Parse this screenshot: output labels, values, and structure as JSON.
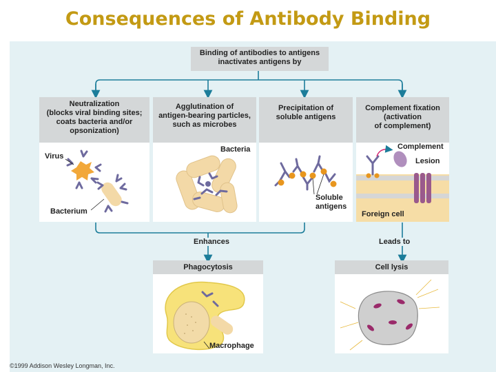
{
  "title": "Consequences of Antibody Binding",
  "top_box": {
    "line1": "Binding of antibodies to antigens",
    "line2": "inactivates antigens by"
  },
  "mechanisms": [
    {
      "lines": [
        "Neutralization",
        "(blocks viral binding sites;",
        "coats bacteria and/or",
        "opsonization)"
      ]
    },
    {
      "lines": [
        "Agglutination of",
        "antigen-bearing particles,",
        "such as microbes"
      ]
    },
    {
      "lines": [
        "Precipitation of",
        "soluble antigens"
      ]
    },
    {
      "lines": [
        "Complement fixation",
        "(activation",
        "of complement)"
      ]
    }
  ],
  "labels": {
    "virus": "Virus",
    "bacterium": "Bacterium",
    "bacteria": "Bacteria",
    "soluble1": "Soluble",
    "soluble2": "antigens",
    "complement": "Complement",
    "lesion": "Lesion",
    "foreign_cell": "Foreign cell",
    "macrophage": "Macrophage"
  },
  "connectors": {
    "enhances": "Enhances",
    "leads_to": "Leads to"
  },
  "outcomes": {
    "phagocytosis": "Phagocytosis",
    "cell_lysis": "Cell lysis"
  },
  "copyright": "©1999 Addison Wesley Longman, Inc.",
  "colors": {
    "title": "#c39a14",
    "panel": "#e4f1f4",
    "arrow": "#1c7d9a",
    "header": "#d4d7d8",
    "antibody": "#6e6a9e",
    "antigen": "#e8961e",
    "bacteria": "#f3d9a7",
    "complement": "#9a5a8c",
    "foreign_cell": "#f6dda6",
    "macrophage": "#f7e27a",
    "lysed_cell": "#cfcfcf"
  }
}
